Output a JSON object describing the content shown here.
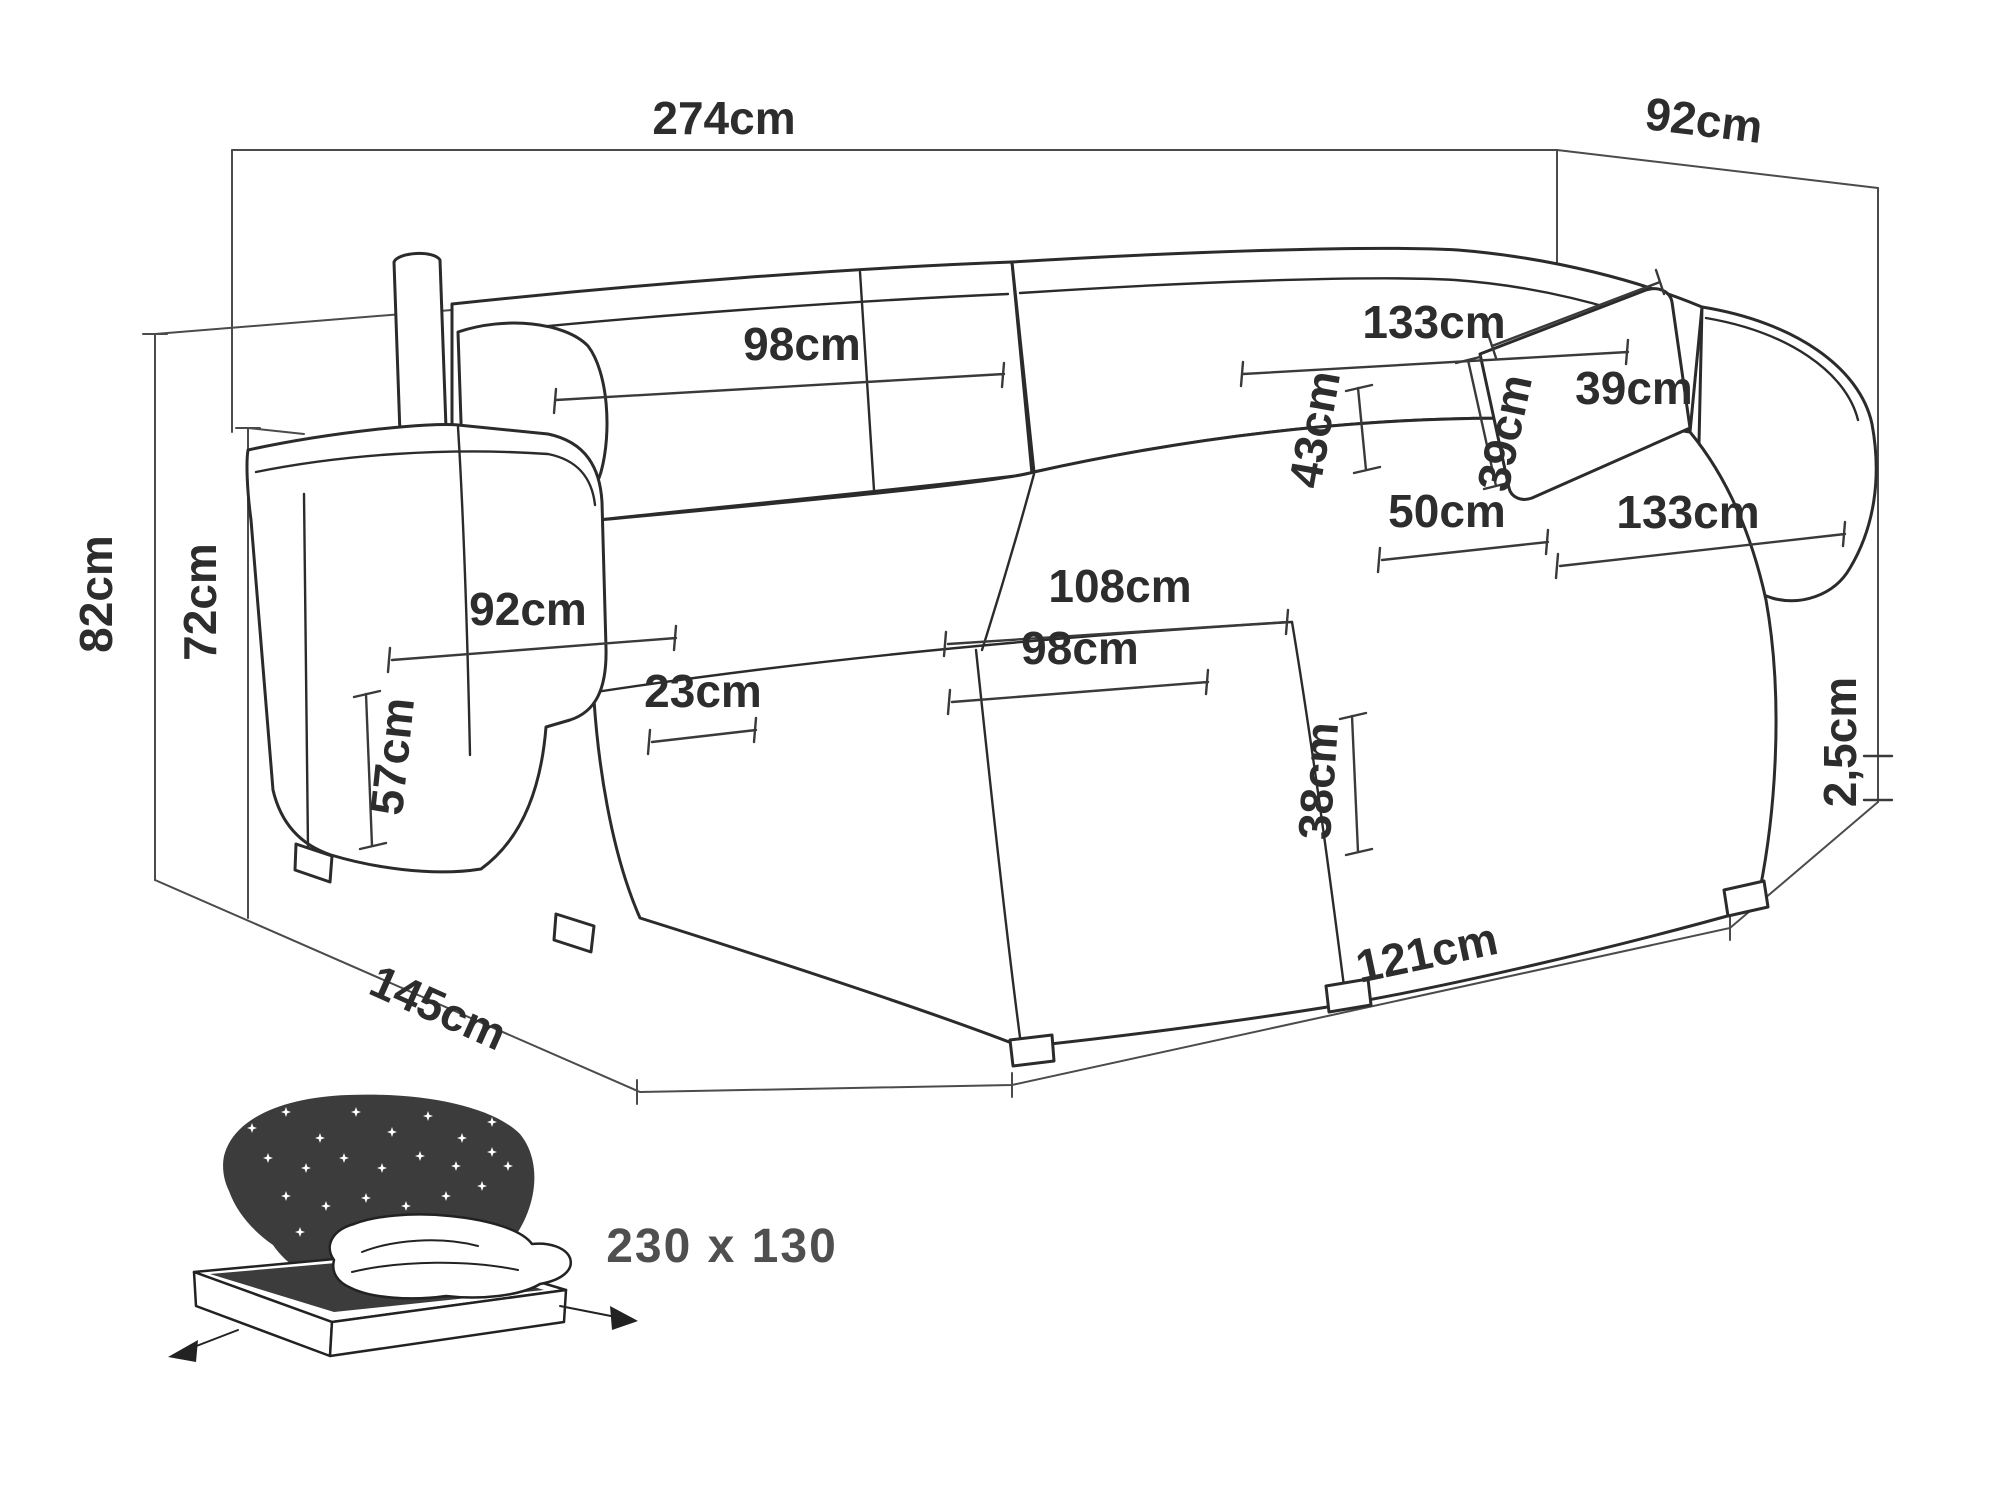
{
  "dimensions": {
    "overall_width": "274cm",
    "overall_depth": "92cm",
    "overall_height": "82cm",
    "backrest_height": "72cm",
    "back_left_width": "98cm",
    "back_right_width": "133cm",
    "back_cushion_height": "43cm",
    "pillow_height": "39cm",
    "pillow_width": "39cm",
    "corner_seat_width": "50cm",
    "chaise_side_length": "133cm",
    "armrest_section_depth": "92cm",
    "armrest_width": "23cm",
    "armrest_height": "57cm",
    "seat_width": "108cm",
    "seat_depth": "98cm",
    "seat_height": "38cm",
    "leg_height": "2,5cm",
    "side_floor_depth": "145cm",
    "chaise_floor_length": "121cm"
  },
  "sleeping": {
    "size": "230 x 130"
  },
  "colors": {
    "line": "#2b2b2b",
    "text": "#2d2d2d",
    "icon_fill": "#3c3c3c"
  }
}
